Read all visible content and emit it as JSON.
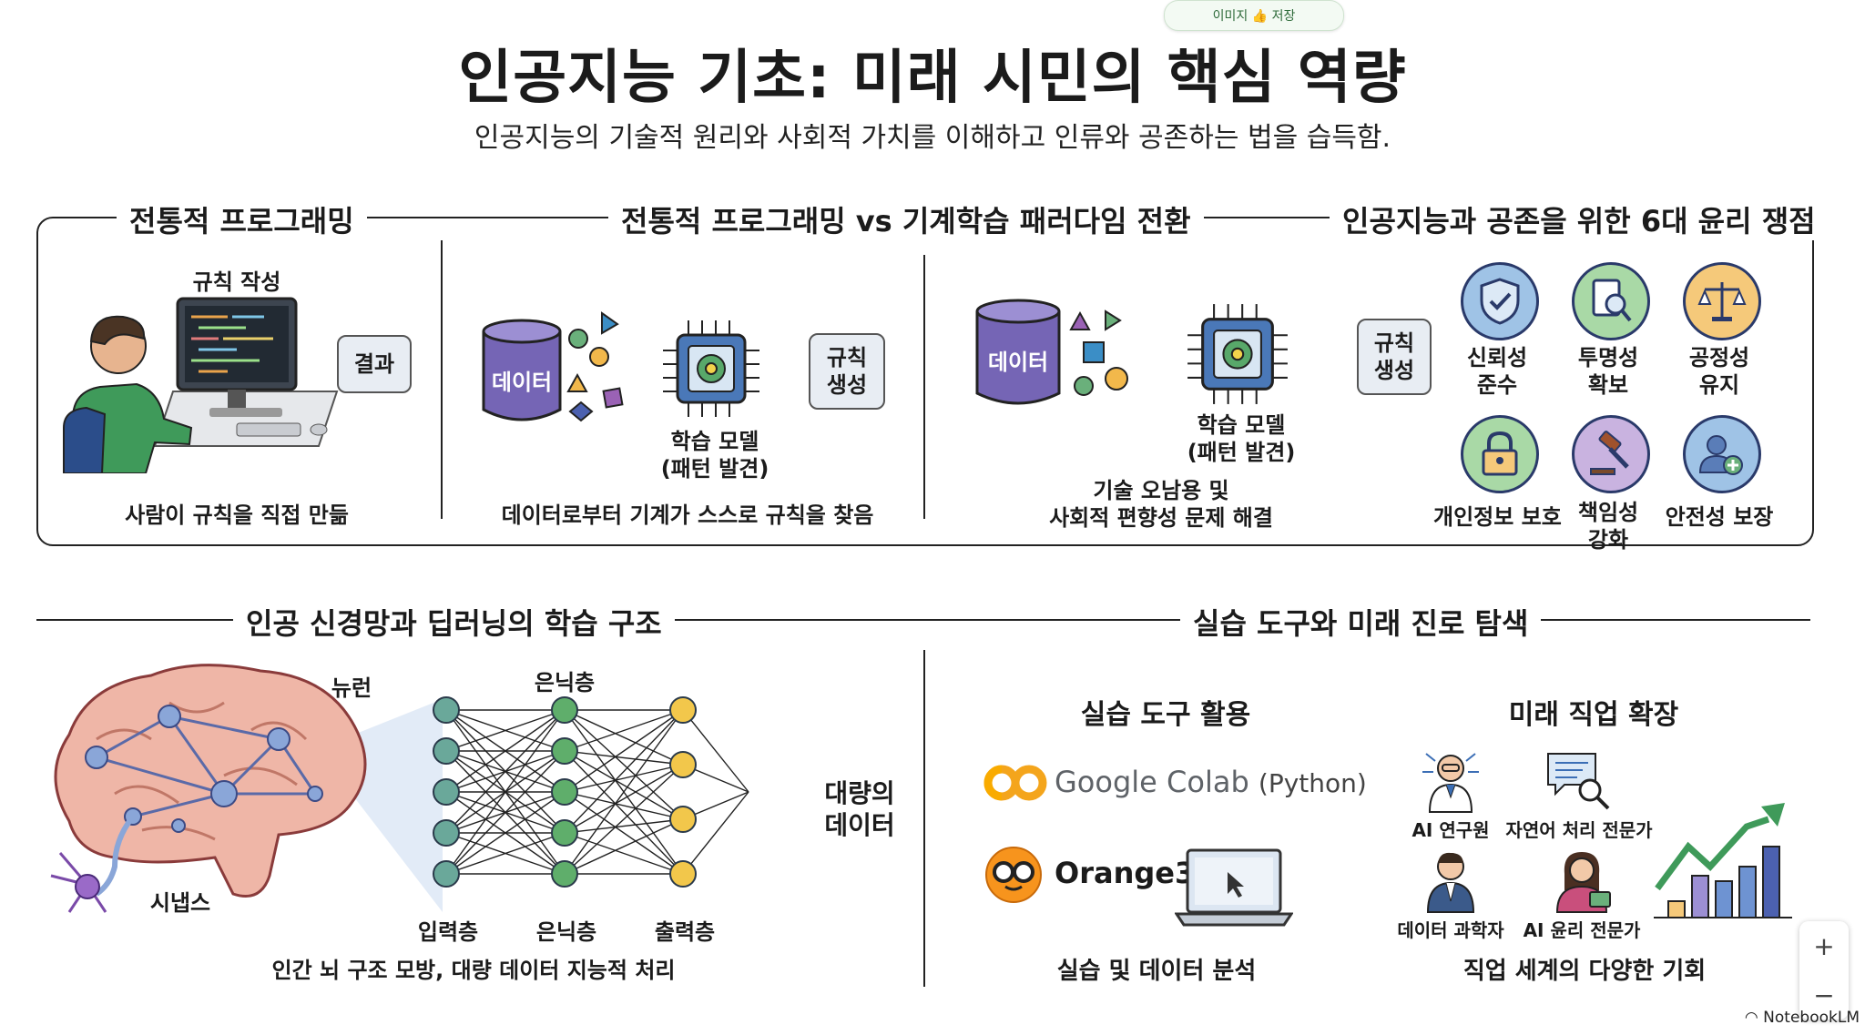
{
  "topbar": {
    "save_label": "이미지 👍 저장"
  },
  "header": {
    "title": "인공지능 기초: 미래 시민의 핵심 역량",
    "subtitle": "인공지능의 기술적 원리와 사회적 가치를 이해하고 인류와 공존하는 법을 습득함."
  },
  "top_section": {
    "head_left": "전통적 프로그래밍",
    "head_center": "전통적 프로그래밍 vs 기계학습 패러다임 전환",
    "head_right": "인공지능과 공존을 위한 6대 윤리 쟁점",
    "traditional": {
      "rule_label": "규칙 작성",
      "result_box": "결과",
      "caption": "사람이 규칙을 직접 만듦"
    },
    "ml": {
      "data_label": "데이터",
      "model_label": "학습 모델\n(패턴 발견)",
      "rule_box": "규칙\n생성",
      "caption": "데이터로부터 기계가 스스로 규칙을 찾음"
    },
    "misuse": {
      "data_label": "데이터",
      "model_label": "학습 모델\n(패턴 발견)",
      "rule_box": "규칙\n생성",
      "caption": "기술 오남용 및\n사회적 편향성 문제 해결"
    },
    "ethics": [
      {
        "label": "신뢰성\n준수",
        "icon": "shield-check-icon",
        "color": "#9fc3e6"
      },
      {
        "label": "투명성\n확보",
        "icon": "magnify-document-icon",
        "color": "#a9d9a6"
      },
      {
        "label": "공정성\n유지",
        "icon": "scales-icon",
        "color": "#f5c97a"
      },
      {
        "label": "개인정보 보호",
        "icon": "padlock-icon",
        "color": "#a9d9a6"
      },
      {
        "label": "책임성\n강화",
        "icon": "gavel-icon",
        "color": "#c9b3e0"
      },
      {
        "label": "안전성 보장",
        "icon": "user-plus-icon",
        "color": "#9fc3e6"
      }
    ]
  },
  "nn_section": {
    "head": "인공 신경망과 딥러닝의 학습 구조",
    "neuron_label": "뉴런",
    "synapse_label": "시냅스",
    "hidden_top": "은닉층",
    "input_label": "입력층",
    "hidden_label": "은닉층",
    "output_label": "출력층",
    "data_label": "대량의\n데이터",
    "caption": "인간 뇌 구조 모방, 대량 데이터 지능적 처리"
  },
  "tools_section": {
    "head": "실습 도구와 미래 진로 탐색",
    "tools_title": "실습 도구 활용",
    "colab_name": "Google Colab",
    "colab_suffix": "(Python)",
    "orange_name": "Orange3",
    "tools_caption": "실습 및 데이터 분석",
    "careers_title": "미래 직업 확장",
    "careers": [
      "AI 연구원",
      "자연어 처리 전문가",
      "데이터 과학자",
      "AI 윤리 전문가"
    ],
    "careers_caption": "직업 세계의 다양한 기회"
  },
  "zoom": {
    "plus": "+",
    "minus": "−"
  },
  "brand": "NotebookLM"
}
